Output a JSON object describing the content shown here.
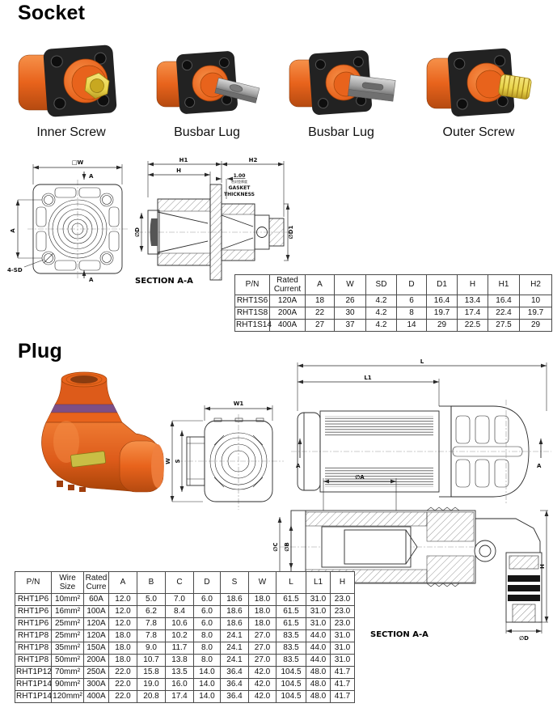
{
  "colors": {
    "orange": "#E8631C",
    "orange_dark": "#B54A10",
    "orange_light": "#F6914A",
    "flange_black": "#1E1E1E",
    "hex_yellow": "#E9D44A",
    "busbar_gray": "#9A9A9A",
    "plug_purple": "#7D4F86",
    "label_yellow": "#C9BE45",
    "drawing_line": "#2A2A2A"
  },
  "socket": {
    "heading": "Socket",
    "products": [
      {
        "label": "Inner Screw"
      },
      {
        "label": "Busbar Lug"
      },
      {
        "label": "Busbar Lug"
      },
      {
        "label": "Outer Screw"
      }
    ],
    "front_view": {
      "dim_w": "□W",
      "cut_top": "A",
      "cut_bottom": "A",
      "dim_a": "A",
      "holes": "4-SD"
    },
    "section_view": {
      "dim_h1": "H1",
      "dim_h2": "H2",
      "dim_h": "H",
      "gasket_value": "1.00",
      "gasket_note_cn": "密封垫厚度",
      "gasket_line1": "GASKET",
      "gasket_line2": "THICKNESS",
      "dim_d": "∅D",
      "dim_d1": "∅D1",
      "title": "SECTION    A-A"
    },
    "table": {
      "headers": [
        "P/N",
        "Rated Current",
        "A",
        "W",
        "SD",
        "D",
        "D1",
        "H",
        "H1",
        "H2"
      ],
      "rows": [
        [
          "RHT1S6",
          "120A",
          "18",
          "26",
          "4.2",
          "6",
          "16.4",
          "13.4",
          "16.4",
          "10"
        ],
        [
          "RHT1S8",
          "200A",
          "22",
          "30",
          "4.2",
          "8",
          "19.7",
          "17.4",
          "22.4",
          "19.7"
        ],
        [
          "RHT1S14",
          "400A",
          "27",
          "37",
          "4.2",
          "14",
          "29",
          "22.5",
          "27.5",
          "29"
        ]
      ]
    }
  },
  "plug": {
    "heading": "Plug",
    "front_view": {
      "dim_w1": "W1",
      "dim_w": "W",
      "dim_s": "S"
    },
    "side_view": {
      "dim_l": "L",
      "dim_l1": "L1",
      "cut_left": "A",
      "cut_right": "A"
    },
    "section_view": {
      "dim_a": "∅A",
      "dim_b": "∅B",
      "dim_c": "∅C",
      "dim_d": "∅D",
      "dim_h": "H",
      "title": "SECTION    A-A"
    },
    "table": {
      "headers": [
        "P/N",
        "Wire Size",
        "Rated Curre",
        "A",
        "B",
        "C",
        "D",
        "S",
        "W",
        "L",
        "L1",
        "H"
      ],
      "rows": [
        [
          "RHT1P6",
          "10mm²",
          "60A",
          "12.0",
          "5.0",
          "7.0",
          "6.0",
          "18.6",
          "18.0",
          "61.5",
          "31.0",
          "23.0"
        ],
        [
          "RHT1P6",
          "16mm²",
          "100A",
          "12.0",
          "6.2",
          "8.4",
          "6.0",
          "18.6",
          "18.0",
          "61.5",
          "31.0",
          "23.0"
        ],
        [
          "RHT1P6",
          "25mm²",
          "120A",
          "12.0",
          "7.8",
          "10.6",
          "6.0",
          "18.6",
          "18.0",
          "61.5",
          "31.0",
          "23.0"
        ],
        [
          "RHT1P8",
          "25mm²",
          "120A",
          "18.0",
          "7.8",
          "10.2",
          "8.0",
          "24.1",
          "27.0",
          "83.5",
          "44.0",
          "31.0"
        ],
        [
          "RHT1P8",
          "35mm²",
          "150A",
          "18.0",
          "9.0",
          "11.7",
          "8.0",
          "24.1",
          "27.0",
          "83.5",
          "44.0",
          "31.0"
        ],
        [
          "RHT1P8",
          "50mm²",
          "200A",
          "18.0",
          "10.7",
          "13.8",
          "8.0",
          "24.1",
          "27.0",
          "83.5",
          "44.0",
          "31.0"
        ],
        [
          "RHT1P12",
          "70mm²",
          "250A",
          "22.0",
          "15.8",
          "13.5",
          "14.0",
          "36.4",
          "42.0",
          "104.5",
          "48.0",
          "41.7"
        ],
        [
          "RHT1P14",
          "90mm²",
          "300A",
          "22.0",
          "19.0",
          "16.0",
          "14.0",
          "36.4",
          "42.0",
          "104.5",
          "48.0",
          "41.7"
        ],
        [
          "RHT1P14",
          "120mm²",
          "400A",
          "22.0",
          "20.8",
          "17.4",
          "14.0",
          "36.4",
          "42.0",
          "104.5",
          "48.0",
          "41.7"
        ]
      ]
    }
  }
}
